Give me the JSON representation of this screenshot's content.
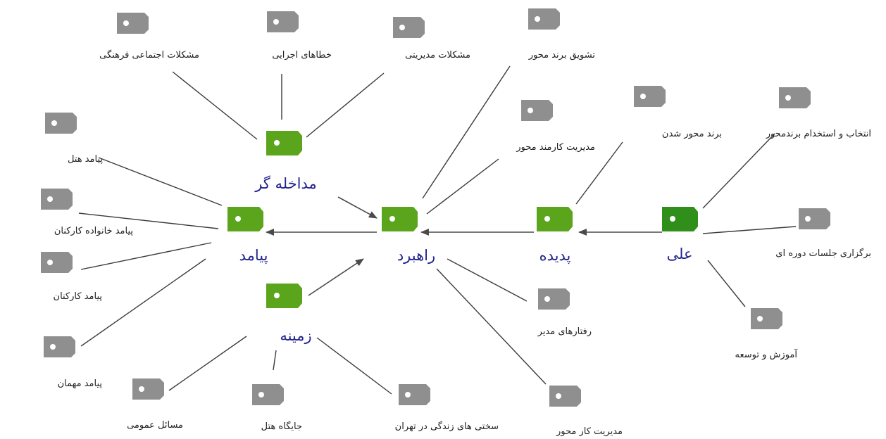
{
  "colors": {
    "core_tag": "#5aa51c",
    "core_tag_dark": "#2f8f1a",
    "leaf_tag": "#8f8f8f",
    "core_label": "#24248f",
    "leaf_label": "#222222",
    "line": "#3b3b3b"
  },
  "icon": "tag-icon",
  "core": {
    "ali": "علی",
    "padideh": "پدیده",
    "rahbord": "راهبرد",
    "payamad": "پیامد",
    "zamineh": "زمینه",
    "modakhelegar": "مداخله گر"
  },
  "leaves": {
    "entekhab": "انتخاب و استخدام برندمحور",
    "jalasat": "برگزاری جلسات دوره ای",
    "amoozesh": "آموزش و توسعه",
    "brand_shodan": "برند محور شدن",
    "tashvigh": "تشویق برند محور",
    "karmand": "مدیریت کارمند محور",
    "raftar": "رفتارهای مدیر",
    "karmehvar": "مدیریت کار محور",
    "ejtemai": "مشکلات اجتماعی فرهنگی",
    "khata": "خطاهای اجرایی",
    "modiriyati": "مشکلات مدیریتی",
    "hotel": "پیامد هتل",
    "khanevadeh": "پیامد خانواده کارکنان",
    "karkonan": "پیامد کارکنان",
    "mehman": "پیامد مهمان",
    "masael": "مسائل عمومی",
    "jaygah": "جایگاه هتل",
    "sakhti": "سختی های زندگی در تهران"
  }
}
